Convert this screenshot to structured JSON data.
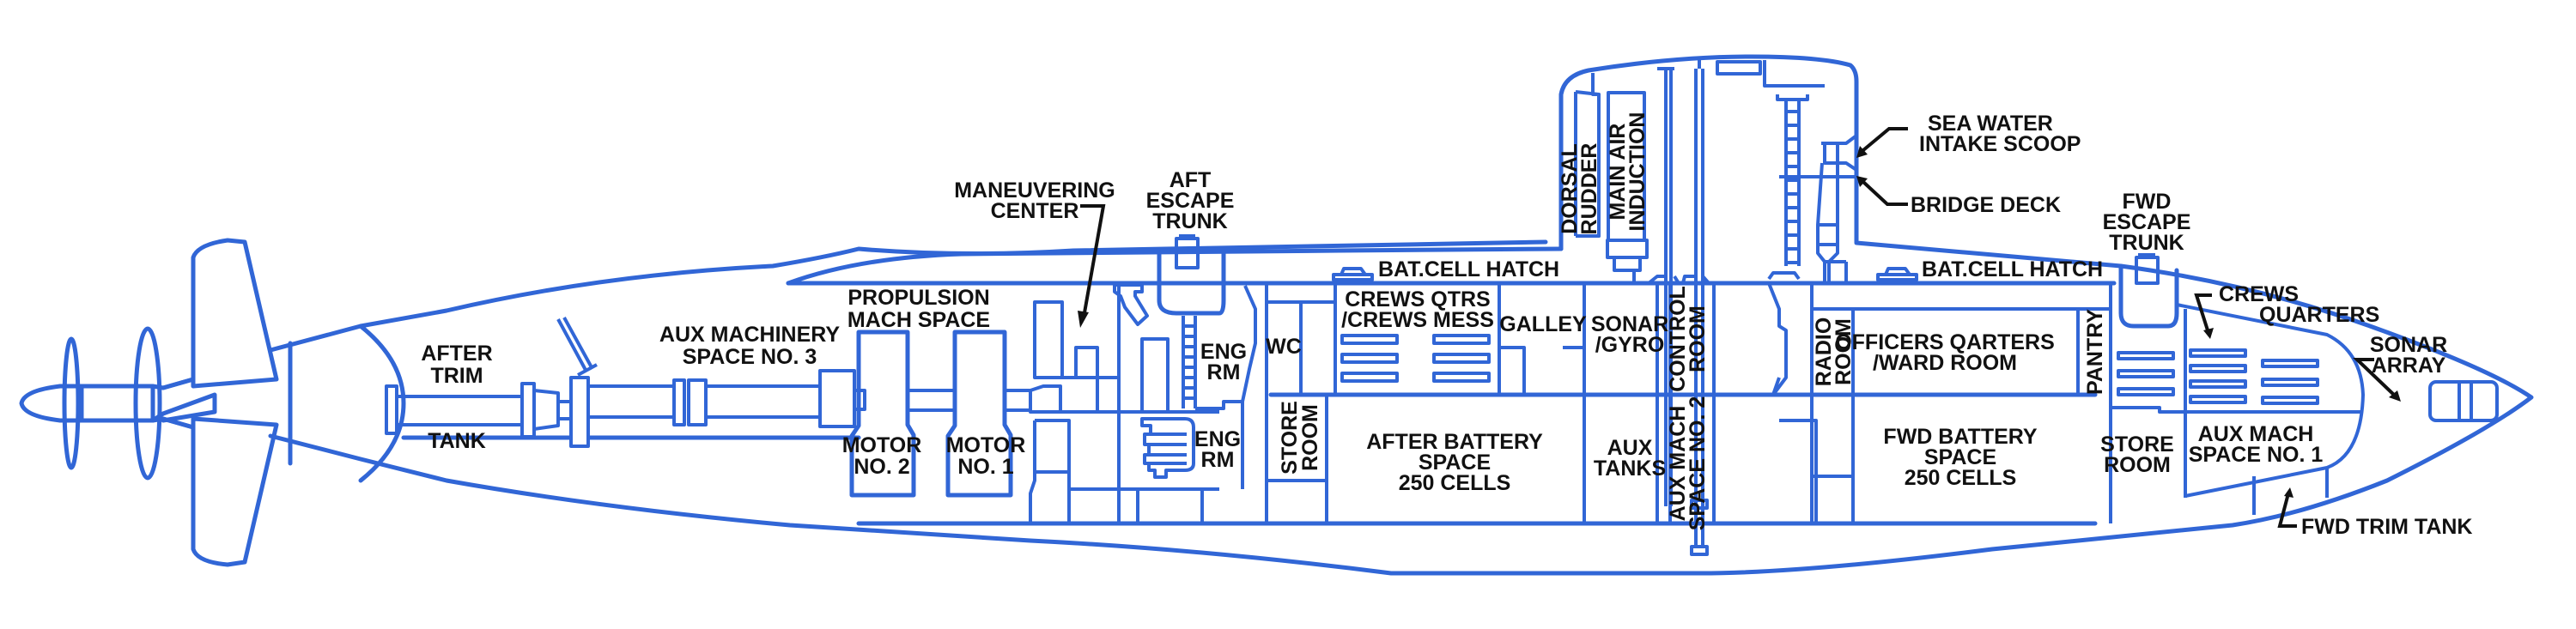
{
  "diagram": {
    "line_color": "#3166d6",
    "label_color": "#111111",
    "background": "#ffffff"
  },
  "labels": {
    "after_trim": [
      "AFTER",
      "TRIM"
    ],
    "tank": "TANK",
    "aux_machinery_3": [
      "AUX MACHINERY",
      "SPACE NO. 3"
    ],
    "propulsion": [
      "PROPULSION",
      "MACH SPACE"
    ],
    "motor_2": [
      "MOTOR",
      "NO. 2"
    ],
    "motor_1": [
      "MOTOR",
      "NO. 1"
    ],
    "maneuvering_center": [
      "MANEUVERING",
      "CENTER"
    ],
    "aft_escape_trunk": [
      "AFT",
      "ESCAPE",
      "TRUNK"
    ],
    "eng_rm_upper": [
      "ENG",
      "RM"
    ],
    "eng_rm_lower": [
      "ENG",
      "RM"
    ],
    "wc": "WC",
    "store_room_aft": [
      "STORE",
      "ROOM"
    ],
    "bat_cell_hatch_aft": "BAT.CELL HATCH",
    "crews_qtrs": [
      "CREWS QTRS",
      "/CREWS MESS"
    ],
    "galley": "GALLEY",
    "after_battery": [
      "AFTER BATTERY",
      "SPACE",
      "250 CELLS"
    ],
    "sonar_gyro": [
      "SONAR",
      "/GYRO"
    ],
    "aux_tanks": [
      "AUX",
      "TANKS"
    ],
    "dorsal_rudder": [
      "DORSAL",
      "RUDDER"
    ],
    "main_air_induction": [
      "MAIN AIR",
      "INDUCTION"
    ],
    "control_room": [
      "CONTROL",
      "ROOM"
    ],
    "aux_mach_2": [
      "AUX MACH",
      "SPACE NO. 2"
    ],
    "sea_water_intake": [
      "SEA WATER",
      "INTAKE SCOOP"
    ],
    "bridge_deck": "BRIDGE DECK",
    "bat_cell_hatch_fwd": "BAT.CELL HATCH",
    "radio_room": [
      "RADIO",
      "ROOM"
    ],
    "officers_quarters": [
      "OFFICERS QARTERS",
      "/WARD ROOM"
    ],
    "pantry": "PANTRY",
    "fwd_battery": [
      "FWD BATTERY",
      "SPACE",
      "250 CELLS"
    ],
    "fwd_escape_trunk": [
      "FWD",
      "ESCAPE",
      "TRUNK"
    ],
    "crews_quarters": [
      "CREWS",
      "QUARTERS"
    ],
    "store_room_fwd": [
      "STORE",
      "ROOM"
    ],
    "aux_mach_1": [
      "AUX MACH",
      "SPACE NO. 1"
    ],
    "sonar_array": [
      "SONAR",
      "ARRAY"
    ],
    "fwd_trim_tank": "FWD TRIM TANK"
  }
}
